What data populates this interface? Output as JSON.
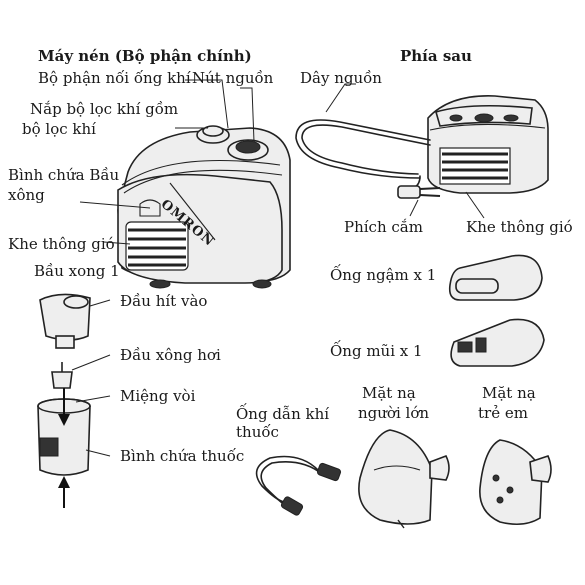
{
  "main_title": "Máy nén (Bộ phận chính)",
  "back_title": "Phía sau",
  "brand_logo": "OMRON",
  "labels": {
    "hose_connector": "Bộ phận nối ống khí",
    "power_button": "Nút nguồn",
    "filter_cover_line1": "Nắp bộ lọc khí gồm",
    "filter_cover_line2": "bộ lọc khí",
    "nebulizer_holder_line1": "Bình chứa Bầu",
    "nebulizer_holder_line2": "xông",
    "vents_front": "Khe thông gió",
    "nebulizer_kit": "Bầu xong 1",
    "inhalation_top": "Đầu hít vào",
    "vaporizer_head": "Đầu xông hơi",
    "nozzle": "Miệng vòi",
    "medication_tank": "Bình chứa thuốc",
    "power_cord": "Dây nguồn",
    "plug": "Phích cắm",
    "vents_back": "Khe thông gió",
    "mouthpiece": "Ống ngậm x 1",
    "nosepiece": "Ống mũi x 1",
    "air_tube_line1": "Ống dẫn khí",
    "air_tube_line2": "thuốc",
    "adult_mask_line1": "Mặt nạ",
    "adult_mask_line2": "người lớn",
    "child_mask_line1": "Mặt nạ",
    "child_mask_line2": "trẻ em"
  }
}
